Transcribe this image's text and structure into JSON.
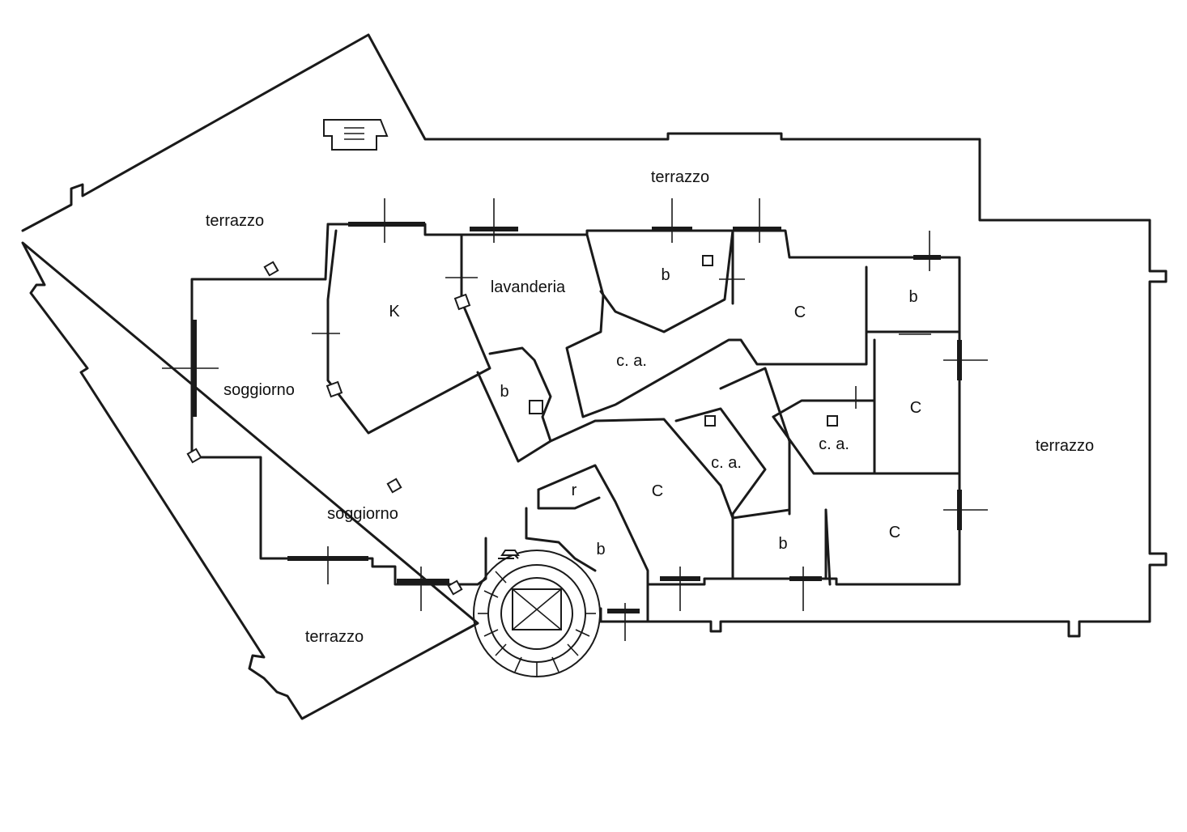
{
  "floor_plan": {
    "rooms": [
      {
        "id": "terrazzo-nw",
        "text": "terrazzo"
      },
      {
        "id": "terrazzo-n",
        "text": "terrazzo"
      },
      {
        "id": "terrazzo-e",
        "text": "terrazzo"
      },
      {
        "id": "terrazzo-sw",
        "text": "terrazzo"
      },
      {
        "id": "lavanderia",
        "text": "lavanderia"
      },
      {
        "id": "kitchen",
        "text": "K"
      },
      {
        "id": "soggiorno-1",
        "text": "soggiorno"
      },
      {
        "id": "soggiorno-2",
        "text": "soggiorno"
      },
      {
        "id": "bath-1",
        "text": "b"
      },
      {
        "id": "bath-2",
        "text": "b"
      },
      {
        "id": "bath-3",
        "text": "b"
      },
      {
        "id": "bath-4",
        "text": "b"
      },
      {
        "id": "bath-5",
        "text": "b"
      },
      {
        "id": "bedroom-1",
        "text": "C"
      },
      {
        "id": "bedroom-2",
        "text": "C"
      },
      {
        "id": "bedroom-3",
        "text": "C"
      },
      {
        "id": "bedroom-4",
        "text": "C"
      },
      {
        "id": "closet-1",
        "text": "c. a."
      },
      {
        "id": "closet-2",
        "text": "c. a."
      },
      {
        "id": "closet-3",
        "text": "c. a."
      },
      {
        "id": "storage-r",
        "text": "r"
      }
    ]
  }
}
